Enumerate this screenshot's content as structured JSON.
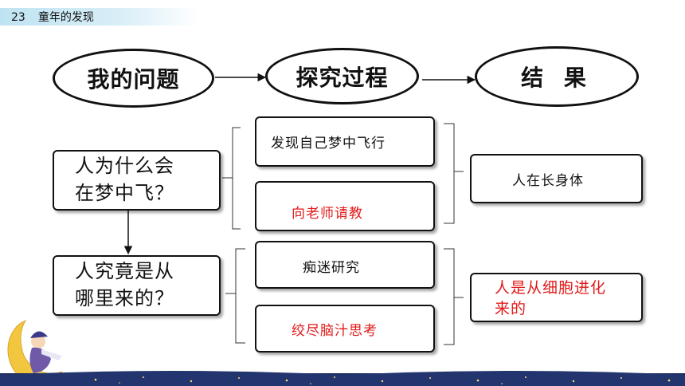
{
  "header": {
    "number": "23",
    "title": "童年的发现"
  },
  "top_row": {
    "question": "我的问题",
    "process": "探究过程",
    "result": "结 果"
  },
  "questions": [
    {
      "text": "人为什么会在梦中飞？",
      "line1": "人为什么会",
      "line2": "在梦中飞？"
    },
    {
      "text": "人究竟是从哪里来的？",
      "line1": "人究竟是从",
      "line2": "哪里来的？"
    }
  ],
  "processes": [
    {
      "text": "发现自己梦中飞行",
      "color": "#111111"
    },
    {
      "text": "向老师请教",
      "color": "#e21a1a"
    },
    {
      "text": "痴迷研究",
      "color": "#111111"
    },
    {
      "text": "绞尽脑汁思考",
      "color": "#e21a1a"
    }
  ],
  "results": [
    {
      "text": "人在长身体",
      "color": "#111111"
    },
    {
      "text": "人是从细胞进化来的",
      "line1": "人是从细胞进化",
      "line2": "来的",
      "color": "#e21a1a"
    }
  ]
}
